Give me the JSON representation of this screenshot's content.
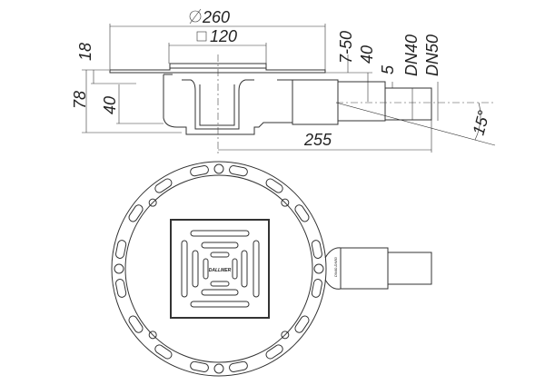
{
  "section_view": {
    "dim_diameter": "260",
    "dim_square": "120",
    "dim_flange": "18",
    "dim_total_height": "78",
    "dim_water_seal": "40",
    "dim_tile_range": "7-50",
    "dim_outlet_height": "40",
    "dim_offset": "5",
    "dim_dn40": "DN40",
    "dim_dn50": "DN50",
    "dim_length": "255",
    "dim_angle": "15°"
  },
  "plan_view": {
    "logo_text": "DALLMER",
    "outlet_text": "DN40-DN50"
  }
}
